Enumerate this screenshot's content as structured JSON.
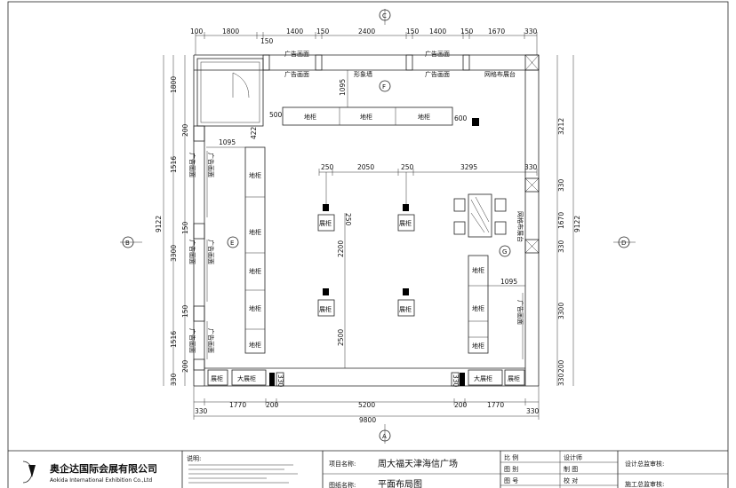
{
  "dims_top": [
    "100",
    "1800",
    "150",
    "1400",
    "150",
    "2400",
    "150",
    "1400",
    "150",
    "1670",
    "330"
  ],
  "dims_bottom": [
    "330",
    "1770",
    "200",
    "5200",
    "200",
    "1770",
    "330"
  ],
  "dim_total_bottom": "9800",
  "dims_left": [
    "1800",
    "200",
    "1516",
    "150",
    "3300",
    "150",
    "1516",
    "200",
    "330"
  ],
  "dims_right": [
    "3212",
    "330",
    "1670",
    "330",
    "3300",
    "200",
    "330"
  ],
  "dim_total_left": "9122",
  "dim_total_right": "9122",
  "inner_dims": {
    "d1095_top": "1095",
    "d500": "500",
    "d600": "600",
    "d1095_left": "1095",
    "d422": "422",
    "d250a": "250",
    "d2050": "2050",
    "d250b": "250",
    "d3295": "3295",
    "d330_inner": "330",
    "d250_v": "250",
    "d2200": "2200",
    "d2500": "2500",
    "d1095_right": "1095",
    "d330_bl": "330",
    "d330_br": "330"
  },
  "labels": {
    "ad_wall": "广告画面",
    "image_wall": "形象墙",
    "grid_window": "网格布展台",
    "ground_cabinet": "地柜",
    "display_cabinet": "展柜",
    "big_cabinet": "大展柜",
    "ad_wall_vertical": "广告画面",
    "grid_vertical": "网格布展台"
  },
  "axis_markers": {
    "top": "C",
    "bottom": "A",
    "left": "B",
    "right": "D",
    "inner_f": "F",
    "inner_e": "E",
    "inner_g": "G"
  },
  "title_block": {
    "company_cn": "奥企达国际会展有限公司",
    "company_en": "Aokida International Exhibition Co.,Ltd",
    "notes_label": "说明:",
    "project_label": "项目名称:",
    "project_name": "周大福天津海信广场",
    "drawing_label": "图纸名称:",
    "drawing_name": "平面布局图",
    "scale": "比 例",
    "sheet": "图 别",
    "number": "图 号",
    "design": "设计师",
    "draw": "制 图",
    "check": "校 对",
    "design_review": "设计总监审核:",
    "construction_review": "施工总监审核:"
  }
}
